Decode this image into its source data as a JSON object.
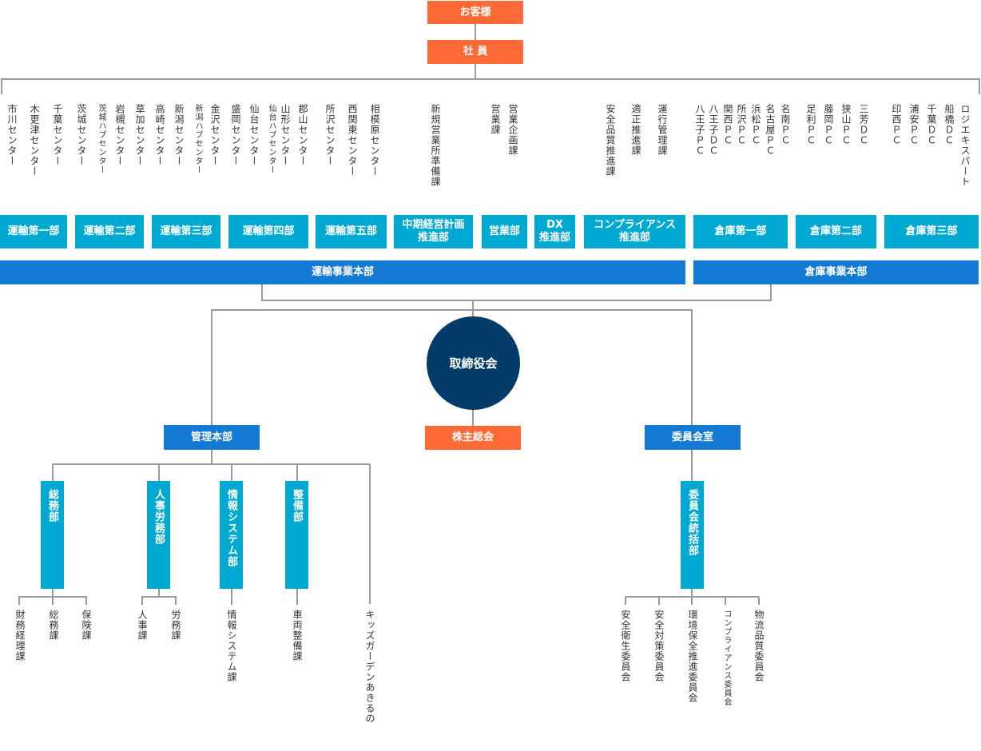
{
  "top": {
    "customers": "お客様",
    "employees": "社 員"
  },
  "units": [
    {
      "lines": [
        "市川センター"
      ]
    },
    {
      "lines": [
        "木更津センター"
      ]
    },
    {
      "lines": [
        "千葉センター"
      ]
    },
    {
      "lines": [
        "茨城センター"
      ]
    },
    {
      "lines": [
        "茨城ハブセンター"
      ]
    },
    {
      "lines": [
        "岩槻センター"
      ]
    },
    {
      "lines": [
        "草加センター"
      ]
    },
    {
      "lines": [
        "高崎センター"
      ]
    },
    {
      "lines": [
        "新潟センター"
      ]
    },
    {
      "lines": [
        "新潟ハブセンター"
      ]
    },
    {
      "lines": [
        "金沢センター"
      ]
    },
    {
      "lines": [
        "盛岡センター"
      ]
    },
    {
      "lines": [
        "仙台センター"
      ]
    },
    {
      "lines": [
        "仙台ハブセンター"
      ]
    },
    {
      "lines": [
        "山形センター"
      ]
    },
    {
      "lines": [
        "郡山センター"
      ]
    },
    {
      "lines": [
        "所沢センター"
      ]
    },
    {
      "lines": [
        "西関東センター"
      ]
    },
    {
      "lines": [
        "相模原センター"
      ]
    },
    {
      "lines": [
        "新規営業所準備課"
      ]
    },
    {
      "lines": [
        "営業課"
      ]
    },
    {
      "lines": [
        "営業企画課"
      ]
    },
    {
      "lines": [
        "安全品質推進課"
      ]
    },
    {
      "lines": [
        "適正推進課"
      ]
    },
    {
      "lines": [
        "運行管理課"
      ]
    },
    {
      "lines": [
        "八王子ＰＣ"
      ]
    },
    {
      "lines": [
        "八王子ＤＣ"
      ]
    },
    {
      "lines": [
        "関西ＰＣ"
      ]
    },
    {
      "lines": [
        "所沢ＰＣ"
      ]
    },
    {
      "lines": [
        "浜松ＰＣ"
      ]
    },
    {
      "lines": [
        "名古屋ＰＣ"
      ]
    },
    {
      "lines": [
        "名南ＰＣ"
      ]
    },
    {
      "lines": [
        "足利ＰＣ"
      ]
    },
    {
      "lines": [
        "藤岡ＰＣ"
      ]
    },
    {
      "lines": [
        "狭山ＰＣ"
      ]
    },
    {
      "lines": [
        "三芳ＤＣ"
      ]
    },
    {
      "lines": [
        "印西ＰＣ"
      ]
    },
    {
      "lines": [
        "浦安ＰＣ"
      ]
    },
    {
      "lines": [
        "千葉ＤＣ"
      ]
    },
    {
      "lines": [
        "船橋ＤＣ"
      ]
    },
    {
      "lines": [
        "ロジエキスパート"
      ]
    }
  ],
  "departments": [
    "運輸第一部",
    "運輸第二部",
    "運輸第三部",
    "運輸第四部",
    "運輸第五部",
    "中期経営計画\n推進部",
    "営業部",
    "DX\n推進部",
    "コンプライアンス\n推進部",
    "倉庫第一部",
    "倉庫第二部",
    "倉庫第三部"
  ],
  "divisions": {
    "transport": "運輸事業本部",
    "warehouse": "倉庫事業本部"
  },
  "board": "取締役会",
  "shareholders": "株主総会",
  "admin": {
    "title": "管理本部",
    "depts": [
      "総務部",
      "人事労務部",
      "情報システム部",
      "整備部"
    ],
    "sections": [
      "財務経理課",
      "総務課",
      "保険課",
      "人事課",
      "労務課",
      "情報システム課",
      "車両整備課",
      "キッズガーデンあきるの"
    ]
  },
  "committee": {
    "title": "委員会室",
    "dept": "委員会統括部",
    "sections": [
      "安全衛生委員会",
      "安全対策委員会",
      "環境保全推進委員会",
      "コンプライアンス委員会",
      "物流品質委員会"
    ]
  }
}
